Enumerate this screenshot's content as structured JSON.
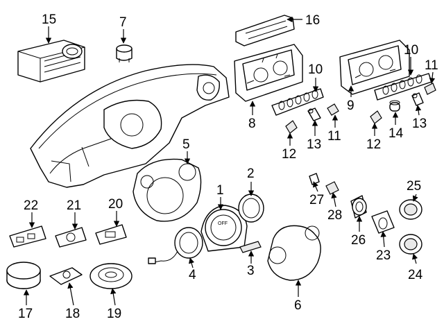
{
  "callouts": {
    "c1": "1",
    "c2": "2",
    "c3": "3",
    "c4": "4",
    "c5": "5",
    "c6": "6",
    "c7": "7",
    "c8": "8",
    "c9": "9",
    "c10a": "10",
    "c10b": "10",
    "c11a": "11",
    "c11b": "11",
    "c12a": "12",
    "c12b": "12",
    "c13a": "13",
    "c13b": "13",
    "c14": "14",
    "c15": "15",
    "c16": "16",
    "c17": "17",
    "c18": "18",
    "c19": "19",
    "c20": "20",
    "c21": "21",
    "c22": "22",
    "c23": "23",
    "c24": "24",
    "c25": "25",
    "c26": "26",
    "c27": "27",
    "c28": "28"
  },
  "cluster_face_text": "OFF"
}
